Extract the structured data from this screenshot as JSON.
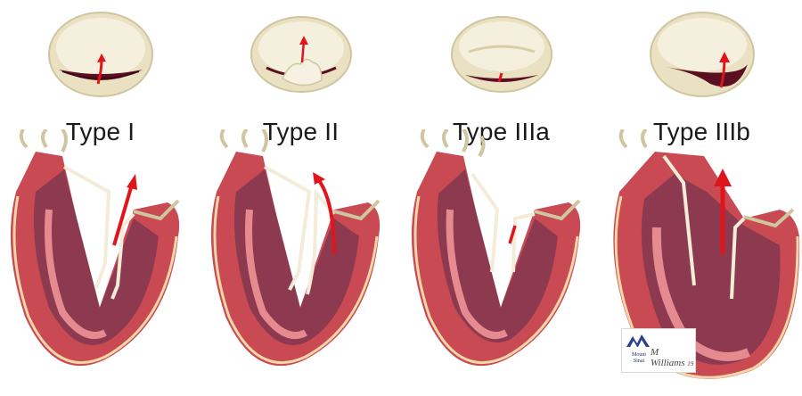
{
  "labels": {
    "type1": "Type I",
    "type2": "Type II",
    "type3a": "Type IIIa",
    "type3b": "Type IIIb"
  },
  "logo": {
    "line1": "Mount",
    "line2": "Sinai",
    "signature": "M Williams",
    "year": "19"
  },
  "colors": {
    "myocardium": "#c94a52",
    "endocardium": "#e58a8f",
    "chamber": "#8d3a50",
    "leaflet": "#f3ecd9",
    "arrow": "#e0151c",
    "valve_ring": "#eee7c8"
  },
  "icons": [
    "jet-arrow-icon",
    "mount-sinai-logo-icon"
  ]
}
